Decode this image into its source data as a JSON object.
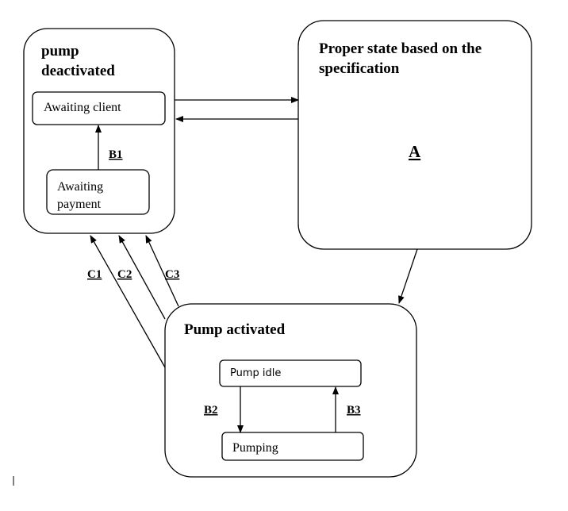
{
  "states": {
    "pump_deactivated": {
      "title_line1": "pump",
      "title_line2": "deactivated",
      "sub_awaiting_client": "Awaiting client",
      "sub_awaiting_payment_line1": "Awaiting",
      "sub_awaiting_payment_line2": "payment"
    },
    "proper_state": {
      "title_line1": "Proper state based on the",
      "title_line2": "specification",
      "label": "A"
    },
    "pump_activated": {
      "title": "Pump activated",
      "sub_pump_idle": "Pump idle",
      "sub_pumping": "Pumping"
    }
  },
  "transitions": {
    "b1": "B1",
    "b2": "B2",
    "b3": "B3",
    "c1": "C1",
    "c2": "C2",
    "c3": "C3"
  }
}
